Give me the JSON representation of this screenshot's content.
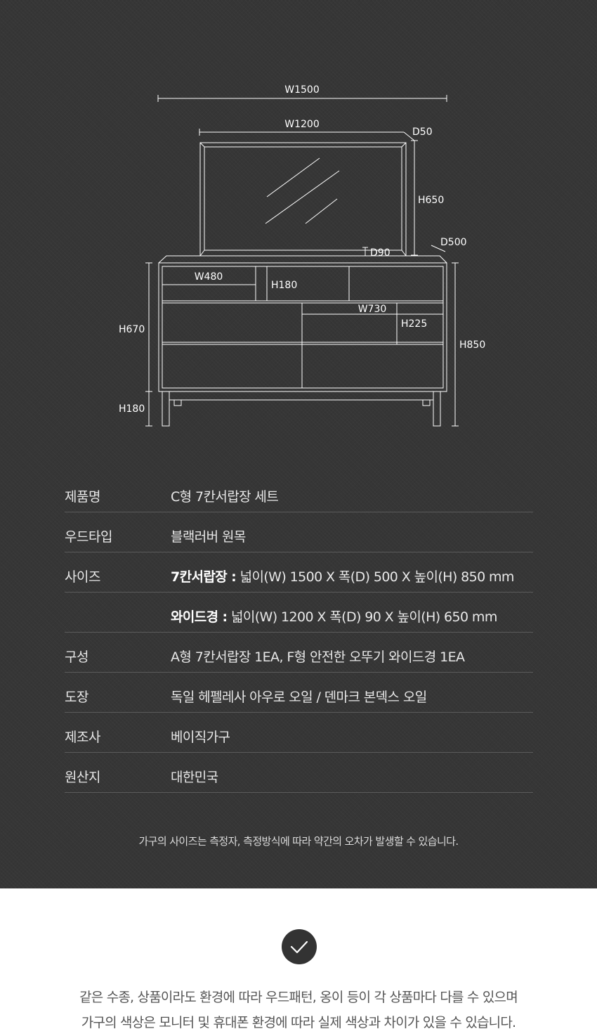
{
  "dimensions": {
    "overall_width": "W1500",
    "mirror_width": "W1200",
    "mirror_depth": "D50",
    "mirror_height": "H650",
    "mirror_base_depth": "D90",
    "cabinet_depth": "D500",
    "small_drawer_width": "W480",
    "small_drawer_height": "H180",
    "large_drawer_width": "W730",
    "large_drawer_height": "H225",
    "body_height": "H670",
    "leg_height": "H180",
    "total_height": "H850"
  },
  "specs": [
    {
      "label": "제품명",
      "value_bold": "",
      "value": "C형 7칸서랍장 세트"
    },
    {
      "label": "우드타입",
      "value_bold": "",
      "value": "블랙러버 원목"
    },
    {
      "label": "사이즈",
      "value_bold": "7칸서랍장 :",
      "value": " 넓이(W) 1500 X 폭(D) 500 X 높이(H) 850 mm"
    },
    {
      "label": "",
      "value_bold": "와이드경 :",
      "value": " 넓이(W) 1200 X 폭(D) 90 X 높이(H) 650 mm"
    },
    {
      "label": "구성",
      "value_bold": "",
      "value": "A형 7칸서랍장 1EA, F형 안전한 오뚜기 와이드경 1EA"
    },
    {
      "label": "도장",
      "value_bold": "",
      "value": "독일 헤펠레사 아우로 오일 / 덴마크 본덱스 오일"
    },
    {
      "label": "제조사",
      "value_bold": "",
      "value": "베이직가구"
    },
    {
      "label": "원산지",
      "value_bold": "",
      "value": "대한민국"
    }
  ],
  "notice": "가구의 사이즈는 측정자, 측정방식에 따라 약간의 오차가 발생할 수 있습니다.",
  "caution": {
    "icon": "check-icon",
    "line1": "같은 수종, 상품이라도 환경에 따라 우드패턴, 옹이 등이 각 상품마다 다를 수 있으며",
    "line2": "가구의 색상은 모니터 및 휴대폰 환경에 따라 실제 색상과 차이가 있을 수 있습니다."
  },
  "colors": {
    "background_dark": "#363636",
    "line": "#ffffff",
    "divider": "#5b5b5b",
    "caution_text": "#555555",
    "check_circle": "#333333"
  }
}
